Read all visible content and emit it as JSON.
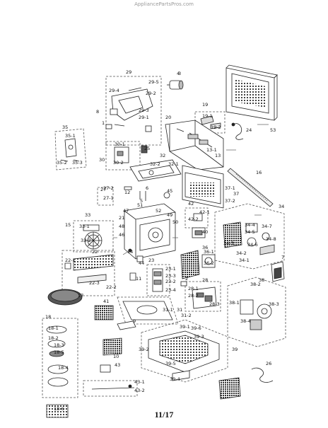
{
  "watermark": "AppliancePartsPros.com",
  "page_number": "11/17",
  "callouts": [
    "29",
    "3",
    "29-5",
    "29-4",
    "29-2",
    "29-1",
    "29-3",
    "8",
    "1",
    "53",
    "19",
    "19-1",
    "19-2",
    "20",
    "24",
    "35",
    "35-1",
    "35-2",
    "35-3",
    "30",
    "30-1",
    "30-2",
    "25",
    "32",
    "32-2",
    "32-1",
    "13-1",
    "13",
    "16",
    "27",
    "27-2",
    "27-1",
    "12",
    "6",
    "5",
    "45",
    "37-1",
    "37",
    "37-2",
    "33",
    "15",
    "33-1",
    "33-2",
    "47",
    "51",
    "52",
    "49",
    "21",
    "48",
    "46",
    "50",
    "42",
    "42-1",
    "42-2",
    "40",
    "34",
    "34-1",
    "34-2",
    "34-3",
    "34-4",
    "34-5",
    "34-6",
    "34-7",
    "34-8",
    "14",
    "44",
    "23",
    "23-1",
    "23-2",
    "23-3",
    "23-4",
    "22",
    "22-1",
    "22-2",
    "22-3",
    "11",
    "36",
    "36-1",
    "36-2",
    "2",
    "7",
    "28",
    "28-1",
    "28-2",
    "28-3",
    "38",
    "38-1",
    "38-2",
    "38-3",
    "38-4",
    "17",
    "41",
    "31-1",
    "31-2",
    "31",
    "9",
    "18",
    "18-1",
    "18-2",
    "18-3",
    "18-4",
    "18-5",
    "18-6",
    "10",
    "39",
    "39-1",
    "39-2",
    "39-3",
    "39-4",
    "39-5",
    "39-6",
    "43",
    "43-1",
    "43-2",
    "26",
    "4"
  ]
}
